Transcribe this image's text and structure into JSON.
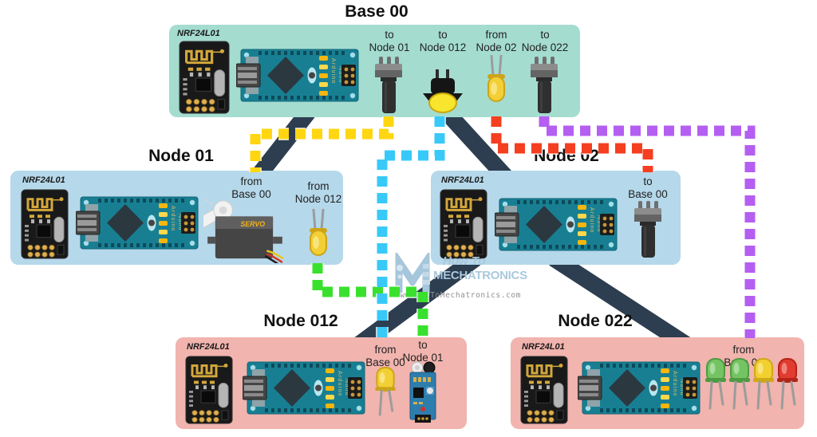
{
  "watermark": {
    "brand_line1": "How To",
    "brand_line2": "MECHATRONICS",
    "url": "www.HowToMechatronics.com"
  },
  "shared": {
    "nrf_label": "NRF24L01",
    "nano_label_line1": "Arduino",
    "nano_label_line2": "Nano",
    "servo_label": "SERVO"
  },
  "panels": {
    "base00": {
      "title": "Base 00",
      "to_node01_label": "to\nNode 01",
      "to_node012_label": "to\nNode 012",
      "from_node02_label": "from\nNode 02",
      "to_node022_label": "to\nNode 022"
    },
    "node01": {
      "title": "Node 01",
      "from_base00_label": "from\nBase 00",
      "from_node012_label": "from\nNode 012"
    },
    "node02": {
      "title": "Node 02",
      "to_base00_label": "to\nBase 00"
    },
    "node012": {
      "title": "Node 012",
      "from_base00_label": "from\nBase 00",
      "to_node01_label": "to\nNode 01"
    },
    "node022": {
      "title": "Node 022",
      "from_base00_label": "from\nBase 00"
    }
  },
  "colors": {
    "panel_base": "#a4dcd0",
    "panel_mid": "#b5d8ea",
    "panel_leaf": "#f1b4ae",
    "link": "#2d3e50",
    "dash_yellow": "#ffd60f",
    "dash_cyan": "#38c9f8",
    "dash_red": "#f43f20",
    "dash_purple": "#b45ef2",
    "dash_green": "#3ae02e"
  }
}
